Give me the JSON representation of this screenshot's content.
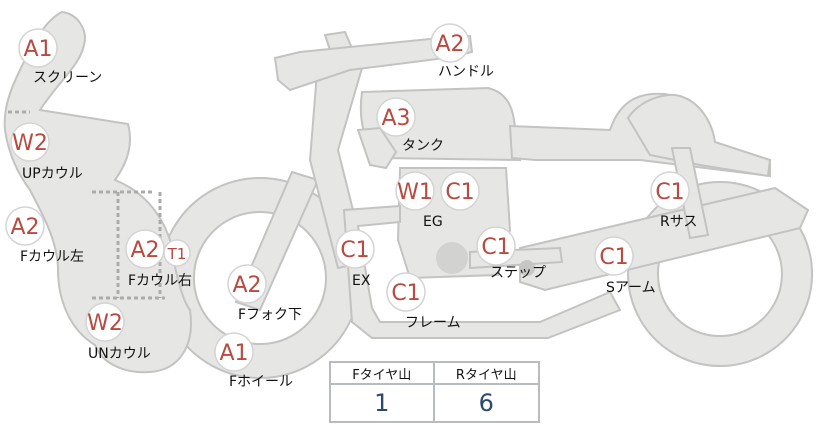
{
  "parts": [
    {
      "id": "screen",
      "grade": "A1",
      "label": "スクリーン"
    },
    {
      "id": "up-cowl",
      "grade": "W2",
      "label": "UPカウル"
    },
    {
      "id": "f-cowl-left",
      "grade": "A2",
      "label": "Fカウル左"
    },
    {
      "id": "f-cowl-right",
      "grade": "A2",
      "grade2": "T1",
      "label": "Fカウル右"
    },
    {
      "id": "un-cowl",
      "grade": "W2",
      "label": "UNカウル"
    },
    {
      "id": "f-wheel",
      "grade": "A1",
      "label": "Fホイール"
    },
    {
      "id": "f-fork-lower",
      "grade": "A2",
      "label": "Fフォク下"
    },
    {
      "id": "handle",
      "grade": "A2",
      "label": "ハンドル"
    },
    {
      "id": "tank",
      "grade": "A3",
      "label": "タンク"
    },
    {
      "id": "engine",
      "grade": "W1",
      "grade2": "C1",
      "label": "EG"
    },
    {
      "id": "exhaust",
      "grade": "C1",
      "label": "EX"
    },
    {
      "id": "frame",
      "grade": "C1",
      "label": "フレーム"
    },
    {
      "id": "step",
      "grade": "C1",
      "label": "ステップ"
    },
    {
      "id": "r-sus",
      "grade": "C1",
      "label": "Rサス"
    },
    {
      "id": "s-arm",
      "grade": "C1",
      "label": "Sアーム"
    }
  ],
  "tire_table": {
    "front_header": "Fタイヤ山",
    "rear_header": "Rタイヤ山",
    "front_value": "1",
    "rear_value": "6"
  },
  "colors": {
    "body_fill": "#e6e6e4",
    "body_stroke": "#c2c4c2",
    "grade_text": "#b84a40",
    "value_text": "#2a4870",
    "divider": "#b9bcbe"
  }
}
